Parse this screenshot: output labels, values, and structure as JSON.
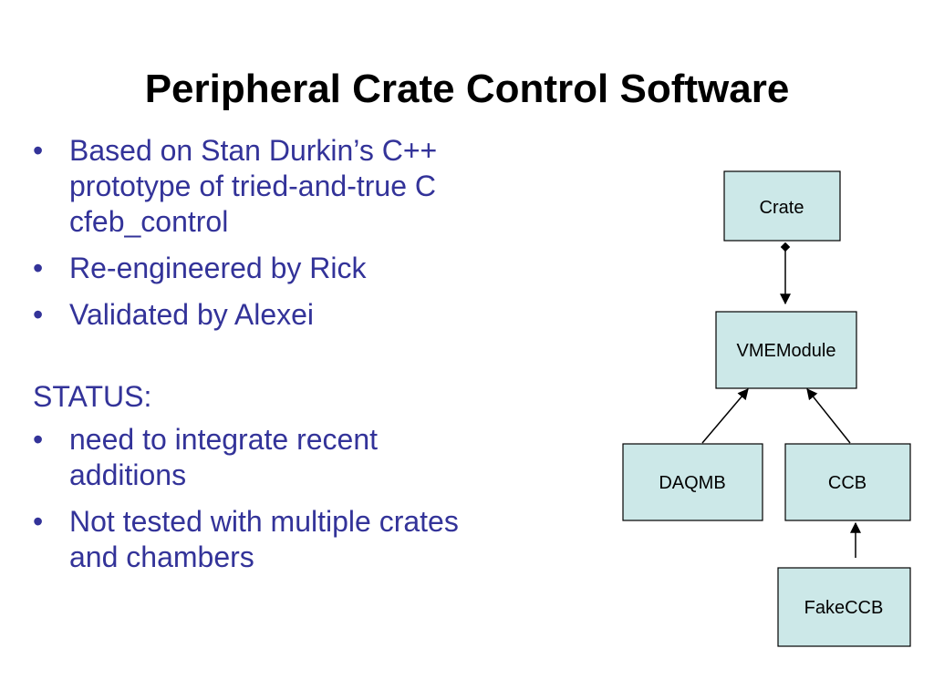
{
  "slide": {
    "title": "Peripheral Crate Control Software",
    "bullets_top": [
      {
        "glyph": "•",
        "lines": [
          "Based on Stan Durkin’s C++",
          "prototype of tried-and-true C",
          "cfeb_control"
        ]
      },
      {
        "glyph": "•",
        "lines": [
          "Re-engineered by Rick"
        ]
      },
      {
        "glyph": "•",
        "lines": [
          "Validated by Alexei"
        ]
      }
    ],
    "status_heading": "STATUS:",
    "bullets_status": [
      {
        "glyph": "•",
        "lines": [
          "need to integrate recent",
          "additions"
        ]
      },
      {
        "glyph": "•",
        "lines": [
          "Not tested with multiple crates",
          "and chambers"
        ]
      }
    ],
    "text_color": "#333399"
  },
  "diagram": {
    "box_fill": "#cce8e8",
    "box_stroke": "#000000",
    "nodes": {
      "crate": "Crate",
      "vmemodule": "VMEModule",
      "daqmb": "DAQMB",
      "ccb": "CCB",
      "fakeccb": "FakeCCB"
    }
  }
}
